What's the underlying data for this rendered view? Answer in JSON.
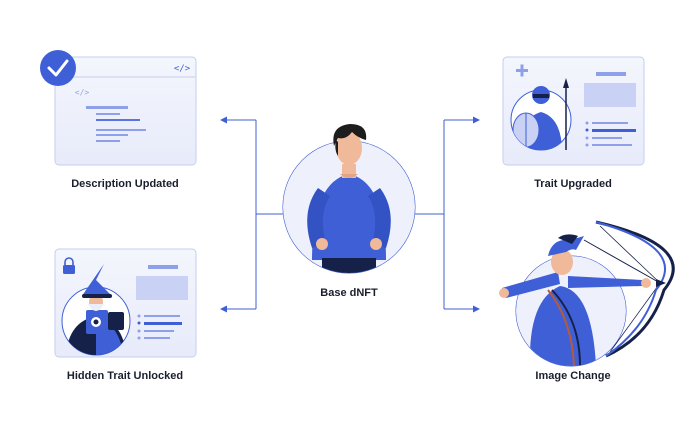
{
  "labels": {
    "description_updated": "Description Updated",
    "hidden_trait_unlocked": "Hidden Trait Unlocked",
    "base_dnft": "Base dNFT",
    "trait_upgraded": "Trait Upgraded",
    "image_change": "Image Change"
  },
  "code_tags": {
    "top_bar": "</>",
    "body": "</>"
  },
  "icons": {
    "check_badge": "check-circle-icon",
    "lock": "lock-icon",
    "plus": "plus-icon"
  },
  "colors": {
    "primary_blue": "#3f5fd6",
    "dark_navy": "#16214a",
    "panel_fill": "#eef1fb",
    "panel_border": "#c7cdf0",
    "connector": "#3f5fd6",
    "skin": "#f0b99a",
    "hair": "#1d1d1d"
  }
}
